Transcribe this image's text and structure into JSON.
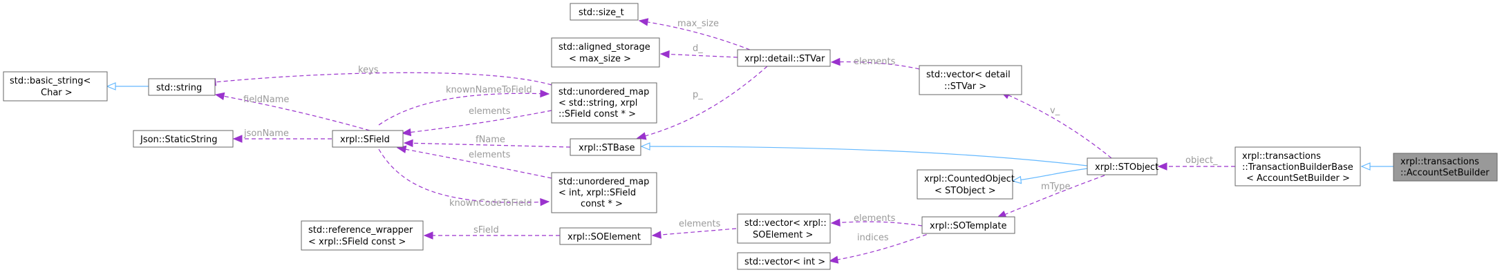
{
  "nodes": {
    "basic_string": [
      "std::basic_string<",
      "Char >"
    ],
    "string": [
      "std::string"
    ],
    "static_string": [
      "Json::StaticString"
    ],
    "sfield": [
      "xrpl::SField"
    ],
    "ref_wrapper": [
      "std::reference_wrapper",
      "< xrpl::SField const >"
    ],
    "size_t": [
      "std::size_t"
    ],
    "aligned_storage": [
      "std::aligned_storage",
      "< max_size >"
    ],
    "umap_string": [
      "std::unordered_map",
      "< std::string, xrpl",
      "::SField const * >"
    ],
    "stbase": [
      "xrpl::STBase"
    ],
    "umap_int": [
      "std::unordered_map",
      "< int, xrpl::SField",
      "const * >"
    ],
    "soelement": [
      "xrpl::SOElement"
    ],
    "stvar": [
      "xrpl::detail::STVar"
    ],
    "vec_soelement": [
      "std::vector< xrpl::",
      "SOElement >"
    ],
    "vec_int": [
      "std::vector< int >"
    ],
    "vec_stvar": [
      "std::vector< detail",
      "::STVar >"
    ],
    "counted_object": [
      "xrpl::CountedObject",
      "< STObject >"
    ],
    "sotemplate": [
      "xrpl::SOTemplate"
    ],
    "stobject": [
      "xrpl::STObject"
    ],
    "builder_base": [
      "xrpl::transactions",
      "::TransactionBuilderBase",
      "< AccountSetBuilder >"
    ],
    "account_set_builder": [
      "xrpl::transactions",
      "::AccountSetBuilder"
    ]
  },
  "edge_labels": {
    "keys": "keys",
    "fieldName": "fieldName",
    "jsonName": "jsonName",
    "knownNameToField": "knownNameToField",
    "elements_umap_string": "elements",
    "fName": "fName",
    "elements_umap_int": "elements",
    "knownCodeToField": "knownCodeToField",
    "sField": "sField",
    "max_size": "max_size",
    "d": "d_",
    "p": "p_",
    "elements_stvar": "elements",
    "v": "v_",
    "object": "object_",
    "mType": "mType",
    "elements_soelement": "elements",
    "indices": "indices"
  },
  "colors": {
    "inheritance_edge": "#63b8ff",
    "member_edge": "#9a32cd",
    "label_text": "#9a9a9a",
    "highlight_fill": "#999999"
  }
}
